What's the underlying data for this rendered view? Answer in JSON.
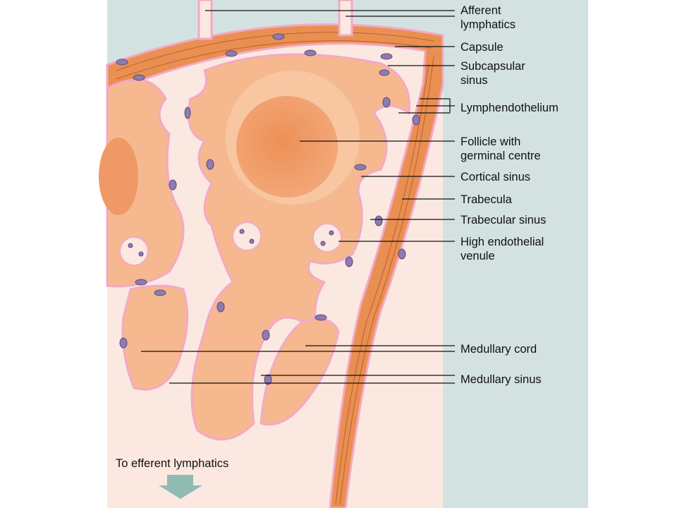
{
  "labels": {
    "afferent_lymphatics": [
      "Afferent",
      "lymphatics"
    ],
    "capsule": [
      "Capsule"
    ],
    "subcapsular_sinus": [
      "Subcapsular",
      "sinus"
    ],
    "lymphendothelium": [
      "Lymphendothelium"
    ],
    "follicle": [
      "Follicle with",
      "germinal centre"
    ],
    "cortical_sinus": [
      "Cortical sinus"
    ],
    "trabecula": [
      "Trabecula"
    ],
    "trabecular_sinus": [
      "Trabecular sinus"
    ],
    "hev": [
      "High endothelial",
      "venule"
    ],
    "medullary_cord": [
      "Medullary cord"
    ],
    "medullary_sinus": [
      "Medullary sinus"
    ],
    "efferent": [
      "To efferent lymphatics"
    ]
  },
  "colors": {
    "outside_bg": "#d3e2e0",
    "sinus_bg": "#fbe8e1",
    "tissue": "#f6b98f",
    "tissue_light": "#f8c7a2",
    "germinal_centre": "#ef9560",
    "capsule": "#ea8f52",
    "capsule_fiber": "#b9612e",
    "endothelium": "#f3a9c6",
    "arrow": "#8fbbb3"
  }
}
